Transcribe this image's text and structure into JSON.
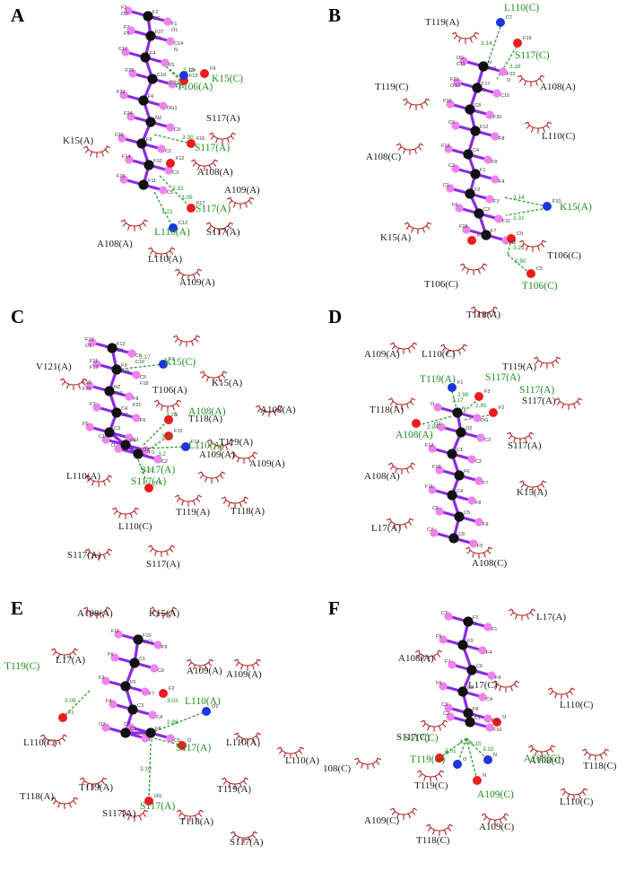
{
  "colors": {
    "carbon": "#111111",
    "fluorine": "#ee82ee",
    "oxygen": "#ee1c1c",
    "nitrogen": "#1c36e0",
    "bond": "#8b2be2",
    "hbond": "#2e9b2e",
    "hydrophobic": "#b22222",
    "hbond_residue": "#1f8f1f"
  },
  "panels": [
    {
      "label": "A",
      "residues": [
        "K15(A)",
        "S117(A)",
        "A108(A)",
        "A109(A)",
        "S117(A)",
        "A108(A)",
        "L110(A)",
        "A109(A)"
      ],
      "hbond_residues": [
        "K15(C)",
        "T106(A)",
        "S117(A)",
        "S117(A)",
        "L110(A)"
      ],
      "distances": [
        "3.18",
        "3.21",
        "3.30",
        "3.09",
        "3.22",
        "3.32"
      ],
      "atoms": [
        "F2",
        "F3",
        "F1",
        "F27",
        "F7",
        "C14",
        "F4",
        "C12",
        "F5",
        "C10",
        "F26",
        "F25",
        "F6",
        "F23",
        "OG1",
        "NZ",
        "F24",
        "C9",
        "F8",
        "F20",
        "C2",
        "F10",
        "F14",
        "C3",
        "F11",
        "F15",
        "C5",
        "F13",
        "F12",
        "F16",
        "F17",
        "C4",
        "C13",
        "F9",
        "OG",
        "O2",
        "O1",
        "C1",
        "F5",
        "N"
      ]
    },
    {
      "label": "B",
      "residues": [
        "T119(A)",
        "T119(C)",
        "A108(A)",
        "L110(C)",
        "A108(C)",
        "K15(A)",
        "T106(C)",
        "T106(C)"
      ],
      "hbond_residues": [
        "L110(C)",
        "S117(C)",
        "K15(A)",
        "T106(C)"
      ],
      "distances": [
        "3.14",
        "3.18",
        "3.14",
        "3.31",
        "3.29",
        "2.90"
      ],
      "atoms": [
        "N",
        "OG",
        "F22",
        "F17",
        "F21",
        "C10",
        "C8",
        "F16",
        "F20",
        "F12",
        "C6",
        "F8",
        "C4",
        "F13",
        "F9",
        "F1",
        "C2",
        "F4",
        "F2",
        "C1",
        "F3",
        "C3",
        "F6",
        "F11",
        "F7",
        "F18",
        "NZ",
        "C7",
        "F19",
        "F10",
        "C9",
        "C5",
        "F14",
        "F15",
        "C11",
        "O",
        "O",
        "OG1"
      ]
    },
    {
      "label": "C",
      "residues": [
        "V121(A)",
        "T106(A)",
        "K15(A)",
        "A108(A)",
        "T118(A)",
        "A109(A)",
        "T119(A)",
        "A109(A)",
        "L110(A)",
        "T119(A)",
        "T118(A)",
        "L110(C)",
        "S117(A)",
        "S117(A)"
      ],
      "hbond_residues": [
        "K15(C)",
        "A108(A)",
        "L110(A)",
        "S117(A)",
        "S117(A)"
      ],
      "distances": [
        "3.17",
        "3.21",
        "3.29",
        "3.2",
        "3.01"
      ],
      "atoms": [
        "F12",
        "F13",
        "C6",
        "F9",
        "F11",
        "C5",
        "NZ",
        "F10",
        "F8",
        "C4",
        "F7",
        "F6",
        "C3",
        "F5",
        "F3",
        "F4",
        "C1",
        "F1",
        "O2",
        "O",
        "C2",
        "F2",
        "N",
        "F15",
        "F14",
        "C7",
        "C9",
        "O1",
        "C10",
        "F16",
        "F17",
        "F18",
        "F19",
        "F20",
        "F21",
        "OG"
      ]
    },
    {
      "label": "D",
      "residues": [
        "T118(A)",
        "A109(A)",
        "L110(C)",
        "T119(A)",
        "T118(A)",
        "S117(A)",
        "S117(A)",
        "A108(A)",
        "K15(A)",
        "L17(A)",
        "A108(C)"
      ],
      "hbond_residues": [
        "S117(A)",
        "T119(A)",
        "S117(A)",
        "A108(A)"
      ],
      "distances": [
        "3.17",
        "2.96",
        "2.85",
        "2.94"
      ],
      "atoms": [
        "N",
        "O",
        "OG",
        "O2",
        "O1",
        "C3",
        "C1",
        "F12",
        "C2",
        "F6",
        "F10",
        "F7",
        "C4",
        "F11",
        "F8",
        "C5",
        "C6",
        "F9",
        "C8",
        "C7",
        "F5",
        "F1",
        "F3",
        "F2"
      ]
    },
    {
      "label": "E",
      "residues": [
        "A108(A)",
        "K15(A)",
        "L17(A)",
        "A109(A)",
        "A109(A)",
        "L110(C)",
        "L110(A)",
        "L110(A)",
        "T119(A)",
        "T119(A)",
        "T118(A)",
        "S117(A)",
        "T118(A)",
        "S117(A)"
      ],
      "hbond_residues": [
        "T119(C)",
        "L110(A)",
        "S117(A)",
        "S117(A)"
      ],
      "distances": [
        "3.09",
        "3.03",
        "2.88",
        "3.10"
      ],
      "atoms": [
        "F10",
        "F11",
        "F9",
        "C1",
        "F6",
        "C6",
        "F5",
        "F2",
        "F7",
        "C3",
        "F4",
        "C4",
        "C5",
        "O2",
        "N",
        "F8",
        "C2",
        "C6",
        "F1",
        "F2",
        "O1",
        "O",
        "OG",
        "OG1"
      ]
    },
    {
      "label": "F",
      "residues": [
        "L17(A)",
        "A108(A)",
        "L17(C)",
        "L110(C)",
        "S117(C)",
        "A108(C)",
        "108(C)",
        "T118(C)",
        "T119(C)",
        "L110(C)",
        "A109(C)",
        "A109(C)",
        "T118(C)"
      ],
      "hbond_residues": [
        "S117(C)",
        "T119(C)",
        "A108(C)",
        "A109(C)"
      ],
      "distances": [
        "3.01",
        "3.31",
        "3.15",
        "3.32"
      ],
      "atoms": [
        "F2",
        "C7",
        "F1",
        "F3",
        "F5",
        "F4",
        "C6",
        "F7",
        "F9",
        "C8",
        "F6",
        "C4",
        "F8",
        "C3",
        "F11",
        "C1",
        "C2",
        "F10",
        "O",
        "O",
        "N",
        "N",
        "O",
        "O"
      ]
    }
  ]
}
